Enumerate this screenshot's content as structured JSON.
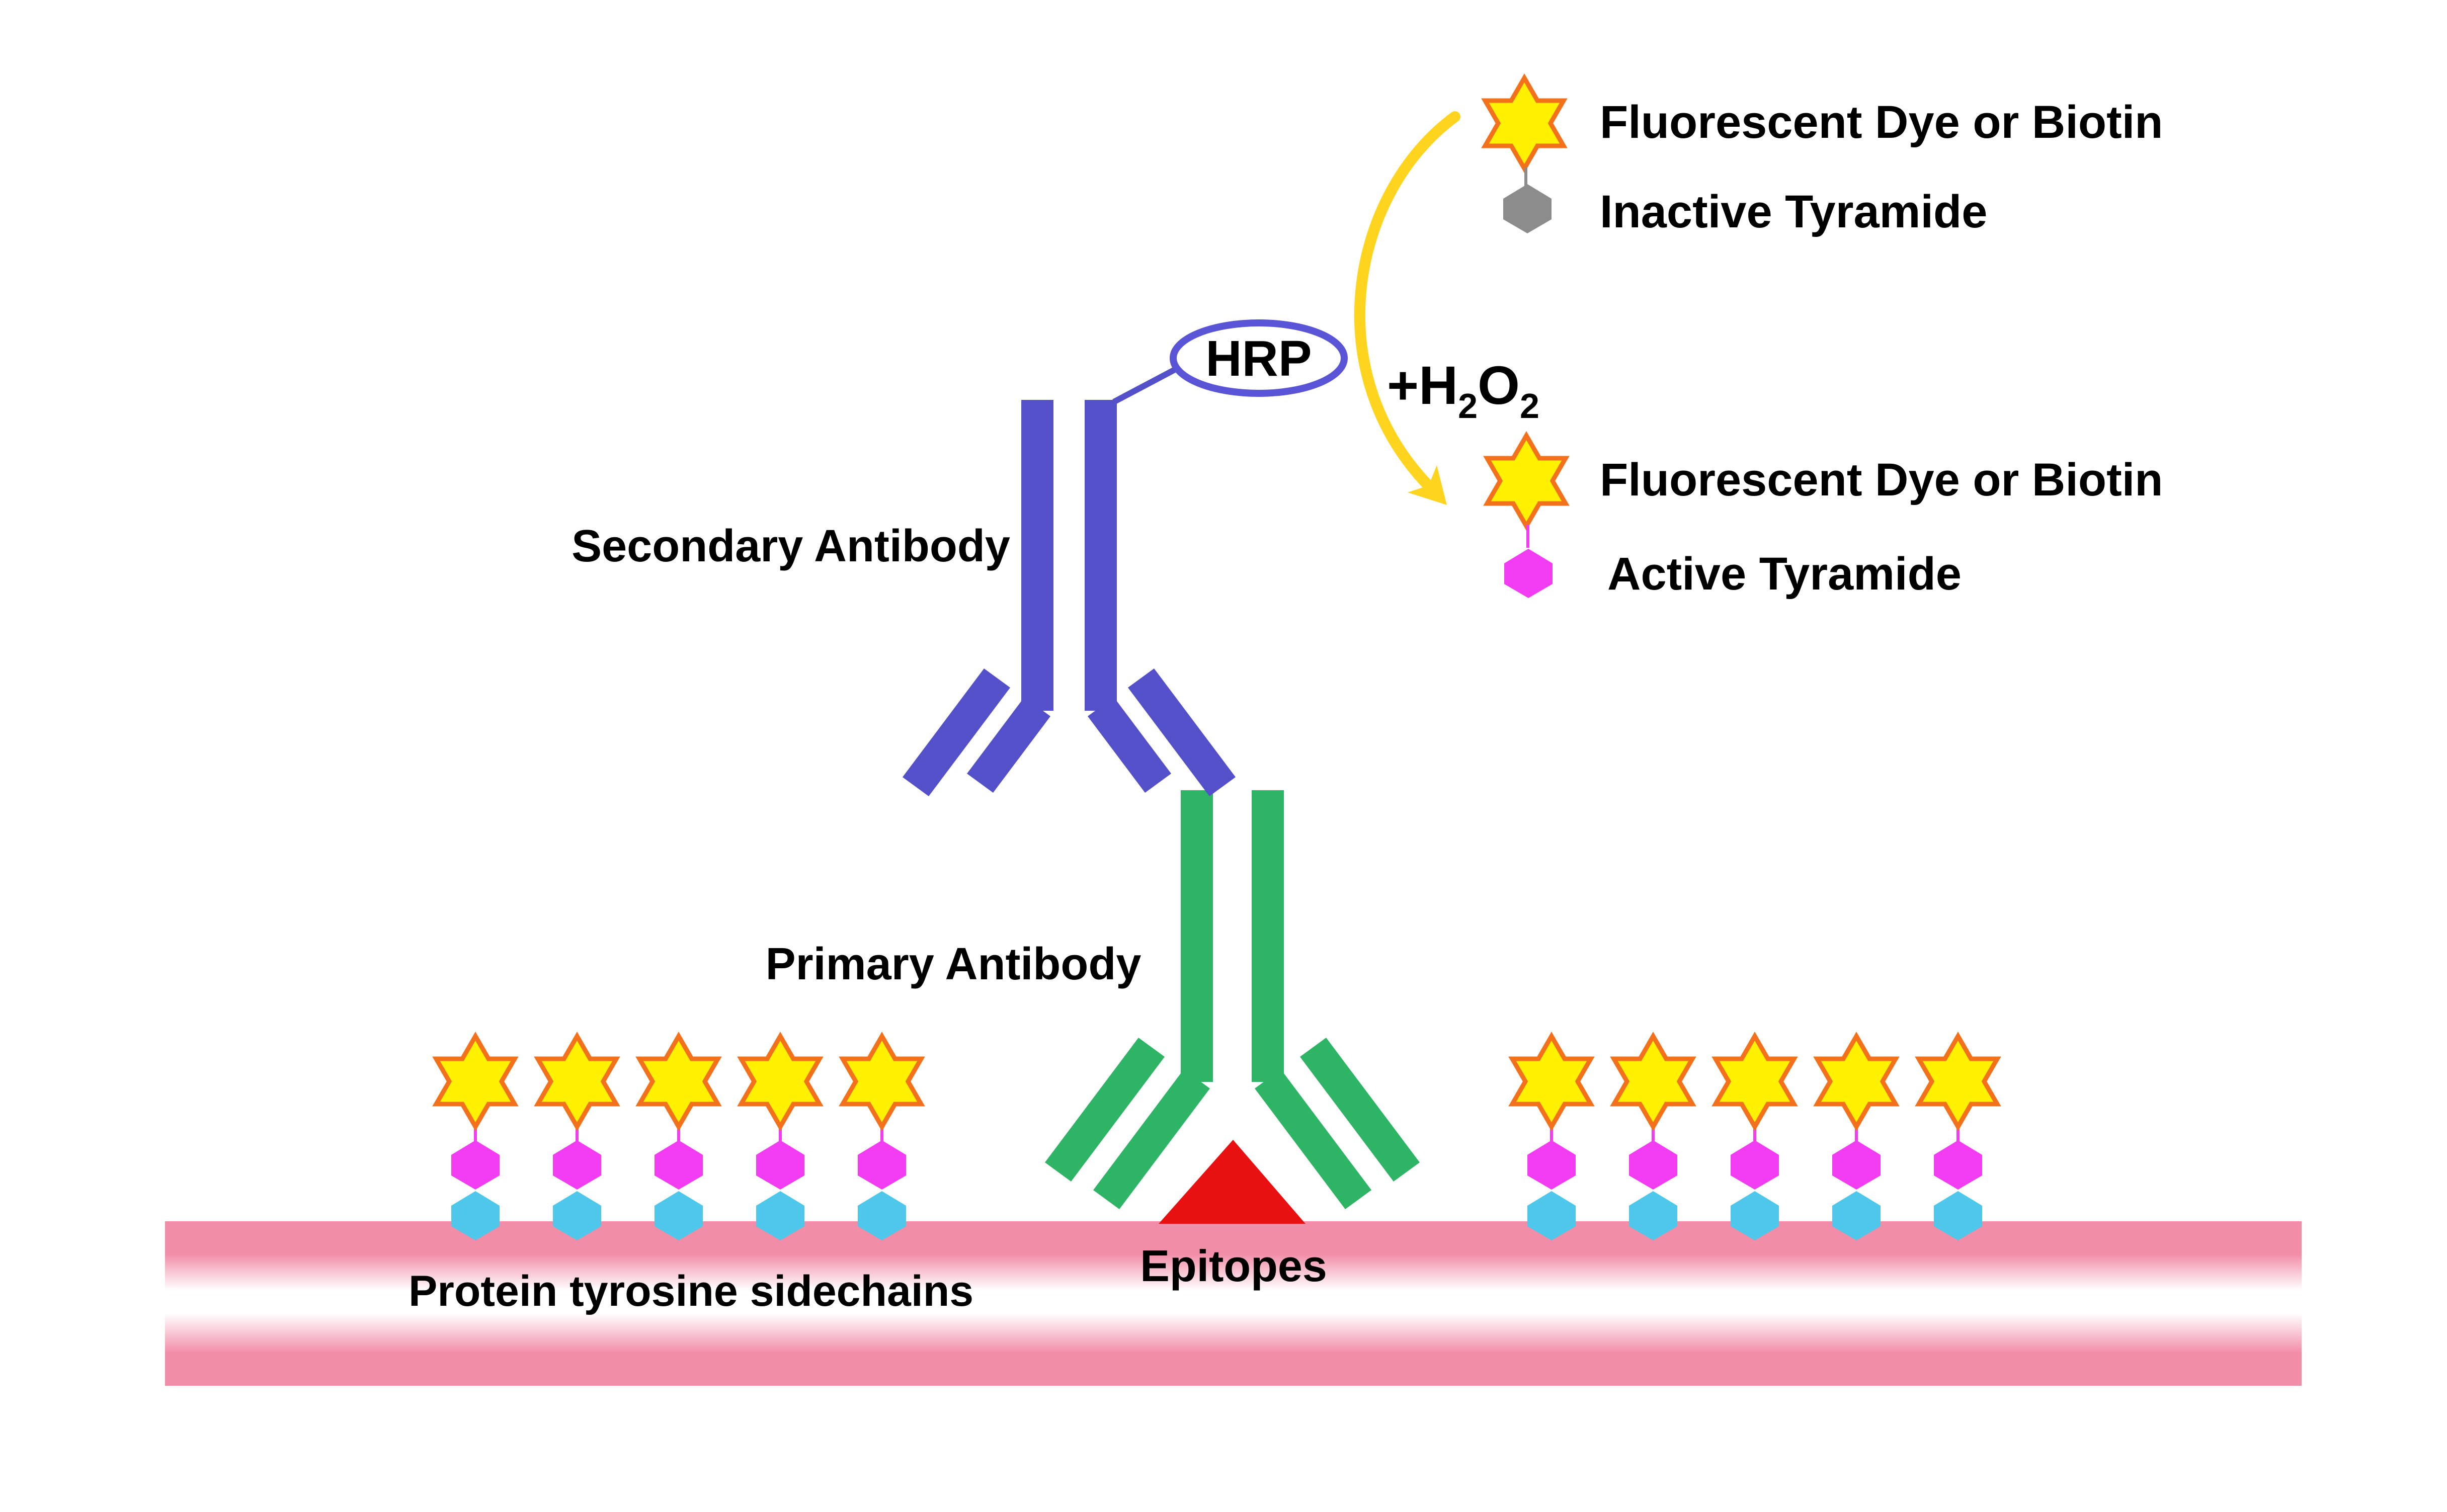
{
  "labels": {
    "secondary_antibody": "Secondary Antibody",
    "primary_antibody": "Primary Antibody",
    "hrp": "HRP",
    "h2o2": {
      "main1": "+H",
      "sub1": "2",
      "main2": "O",
      "sub2": "2"
    },
    "epitopes": "Epitopes",
    "protein_tyrosine_sidechains": "Protein tyrosine sidechains"
  },
  "legend": {
    "row_fluorescent_top": "Fluorescent Dye or Biotin",
    "row_inactive": "Inactive Tyramide",
    "row_fluorescent_bottom": "Fluorescent Dye or Biotin",
    "row_active": "Active Tyramide"
  },
  "clusters": {
    "left_count": 5,
    "right_count": 5,
    "left_positions": [
      945,
      1147,
      1349,
      1551,
      1753
    ],
    "right_positions": [
      3084,
      3286,
      3488,
      3690,
      3892
    ]
  },
  "symbols": {
    "fluorescent_dye": "six-pointed-star",
    "tyramide": "vertical-hexagon",
    "epitope": "red-triangle",
    "membrane": "pink-gradient-band"
  },
  "colors": {
    "star_fill": "#FFF100",
    "star_stroke": "#F4711C",
    "magenta": "#F23CF2",
    "cyan": "#4FC7EA",
    "gray": "#8C8C8C",
    "antibody_blue": "#5450C9",
    "antibody_green": "#2EB465",
    "epitope_red": "#E81010",
    "membrane_pink": "#F28DA8",
    "white": "#FFFFFF",
    "arrow_yellow": "#FFD41E",
    "hrp_outline": "#5955D6",
    "text": "#000000"
  }
}
